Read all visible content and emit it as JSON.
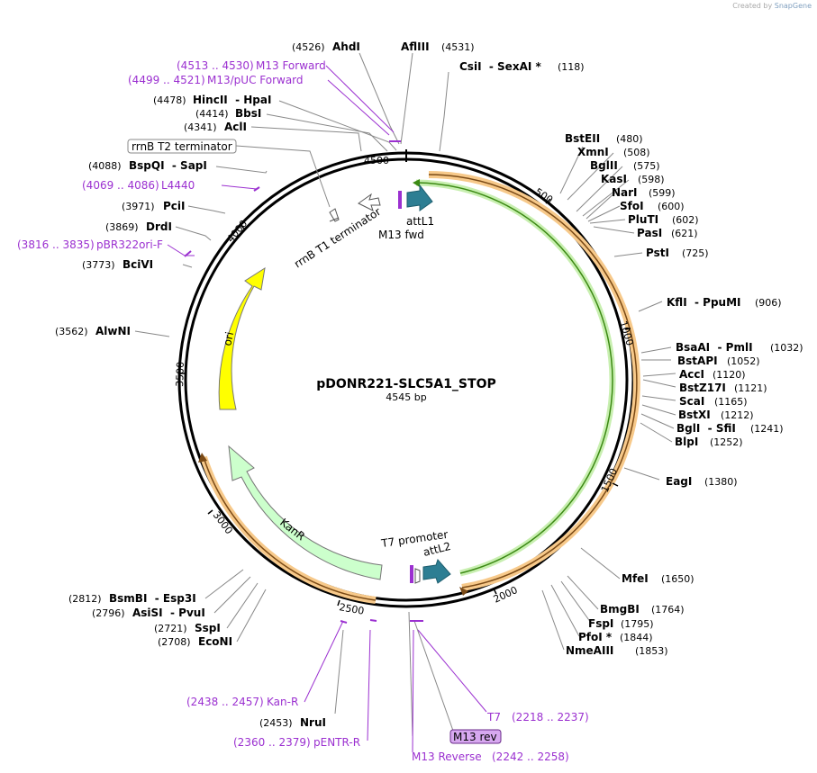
{
  "credit": {
    "prefix": "Created by",
    "brand": "SnapGene"
  },
  "plasmid": {
    "name": "pDONR221-SLC5A1_STOP",
    "length_label": "4545 bp",
    "length": 4545
  },
  "scale_ticks": [
    {
      "label": "500"
    },
    {
      "label": "1000"
    },
    {
      "label": "1500"
    },
    {
      "label": "2000"
    },
    {
      "label": "2500"
    },
    {
      "label": "3000"
    },
    {
      "label": "3500"
    },
    {
      "label": "4000"
    },
    {
      "label": "4500"
    }
  ],
  "enzymes": [
    {
      "name": "AhdI",
      "pos": "(4526)"
    },
    {
      "name": "AflIII",
      "pos": "(4531)"
    },
    {
      "name": "CsiI  - SexAI *",
      "pos": "(118)"
    },
    {
      "name": "HincII  - HpaI",
      "pos": "(4478)"
    },
    {
      "name": "BbsI",
      "pos": "(4414)"
    },
    {
      "name": "AclI",
      "pos": "(4341)"
    },
    {
      "name": "BspQI  - SapI",
      "pos": "(4088)"
    },
    {
      "name": "PciI",
      "pos": "(3971)"
    },
    {
      "name": "DrdI",
      "pos": "(3869)"
    },
    {
      "name": "BciVI",
      "pos": "(3773)"
    },
    {
      "name": "AlwNI",
      "pos": "(3562)"
    },
    {
      "name": "BstEII",
      "pos": "(480)"
    },
    {
      "name": "XmnI",
      "pos": "(508)"
    },
    {
      "name": "BglII",
      "pos": "(575)"
    },
    {
      "name": "KasI",
      "pos": "(598)"
    },
    {
      "name": "NarI",
      "pos": "(599)"
    },
    {
      "name": "SfoI",
      "pos": "(600)"
    },
    {
      "name": "PluTI",
      "pos": "(602)"
    },
    {
      "name": "PasI",
      "pos": "(621)"
    },
    {
      "name": "PstI",
      "pos": "(725)"
    },
    {
      "name": "KflI  - PpuMI",
      "pos": "(906)"
    },
    {
      "name": "BsaAI  - PmlI",
      "pos": "(1032)"
    },
    {
      "name": "BstAPI",
      "pos": "(1052)"
    },
    {
      "name": "AccI",
      "pos": "(1120)"
    },
    {
      "name": "BstZ17I",
      "pos": "(1121)"
    },
    {
      "name": "ScaI",
      "pos": "(1165)"
    },
    {
      "name": "BstXI",
      "pos": "(1212)"
    },
    {
      "name": "BglI  - SfiI",
      "pos": "(1241)"
    },
    {
      "name": "BlpI",
      "pos": "(1252)"
    },
    {
      "name": "EagI",
      "pos": "(1380)"
    },
    {
      "name": "MfeI",
      "pos": "(1650)"
    },
    {
      "name": "BmgBI",
      "pos": "(1764)"
    },
    {
      "name": "FspI",
      "pos": "(1795)"
    },
    {
      "name": "PfoI *",
      "pos": "(1844)"
    },
    {
      "name": "NmeAIII",
      "pos": "(1853)"
    },
    {
      "name": "BsmBI  - Esp3I",
      "pos": "(2812)"
    },
    {
      "name": "AsiSI  - PvuI",
      "pos": "(2796)"
    },
    {
      "name": "SspI",
      "pos": "(2721)"
    },
    {
      "name": "EcoNI",
      "pos": "(2708)"
    },
    {
      "name": "NruI",
      "pos": "(2453)"
    }
  ],
  "primers": [
    {
      "name": "M13 Forward",
      "range": "(4513 .. 4530)"
    },
    {
      "name": "M13/pUC Forward",
      "range": "(4499 .. 4521)"
    },
    {
      "name": "L4440",
      "range": "(4069 .. 4086)"
    },
    {
      "name": "pBR322ori-F",
      "range": "(3816 .. 3835)"
    },
    {
      "name": "Kan-R",
      "range": "(2438 .. 2457)"
    },
    {
      "name": "pENTR-R",
      "range": "(2360 .. 2379)"
    },
    {
      "name": "M13 Reverse",
      "range": "(2242 .. 2258)"
    },
    {
      "name": "T7",
      "range": "(2218 .. 2237)"
    }
  ],
  "features": {
    "rrnB_T2": "rrnB T2 terminator",
    "rrnB_T1": "rrnB T1 terminator",
    "attL1": "attL1",
    "M13_fwd": "M13 fwd",
    "ori": "ori",
    "KanR": "KanR",
    "T7_promoter": "T7 promoter",
    "attL2": "attL2",
    "M13_rev": "M13 rev"
  },
  "colors": {
    "backbone": "#000000",
    "primer": "#9b30d0",
    "ori": "#ffff00",
    "kanr": "#ccffcc",
    "att": "#2d7e93",
    "orf_orange": "#f5b66c",
    "orf_green": "#4d9c1a",
    "m13rev_box": "#d7a8f0"
  }
}
